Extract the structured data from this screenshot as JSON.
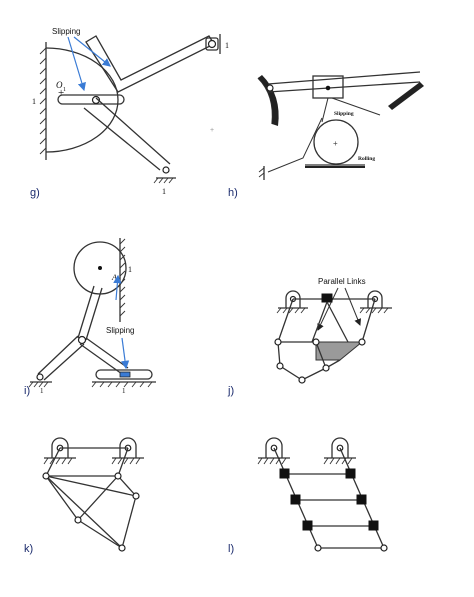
{
  "panels": {
    "g": {
      "label": "g)",
      "callout": "Slipping",
      "center_label": "O",
      "center_sub": "1",
      "ground_left": "1",
      "ground_top": "1",
      "ground_bottom": "1"
    },
    "h": {
      "label": "h)",
      "callout_slipping": "Slipping",
      "callout_rolling": "Rolling"
    },
    "i": {
      "label": "i)",
      "callout": "Slipping",
      "point_label": "A",
      "ground_right": "1",
      "ground_bottom_left": "1",
      "ground_bottom_mid": "1"
    },
    "j": {
      "label": "j)",
      "callout": "Parallel Links"
    },
    "k": {
      "label": "k)"
    },
    "l": {
      "label": "l)"
    }
  },
  "colors": {
    "callout_arrow": "#3a7bd5",
    "label_text": "#1a2a6c",
    "shaded_link": "#9a9a9a"
  }
}
